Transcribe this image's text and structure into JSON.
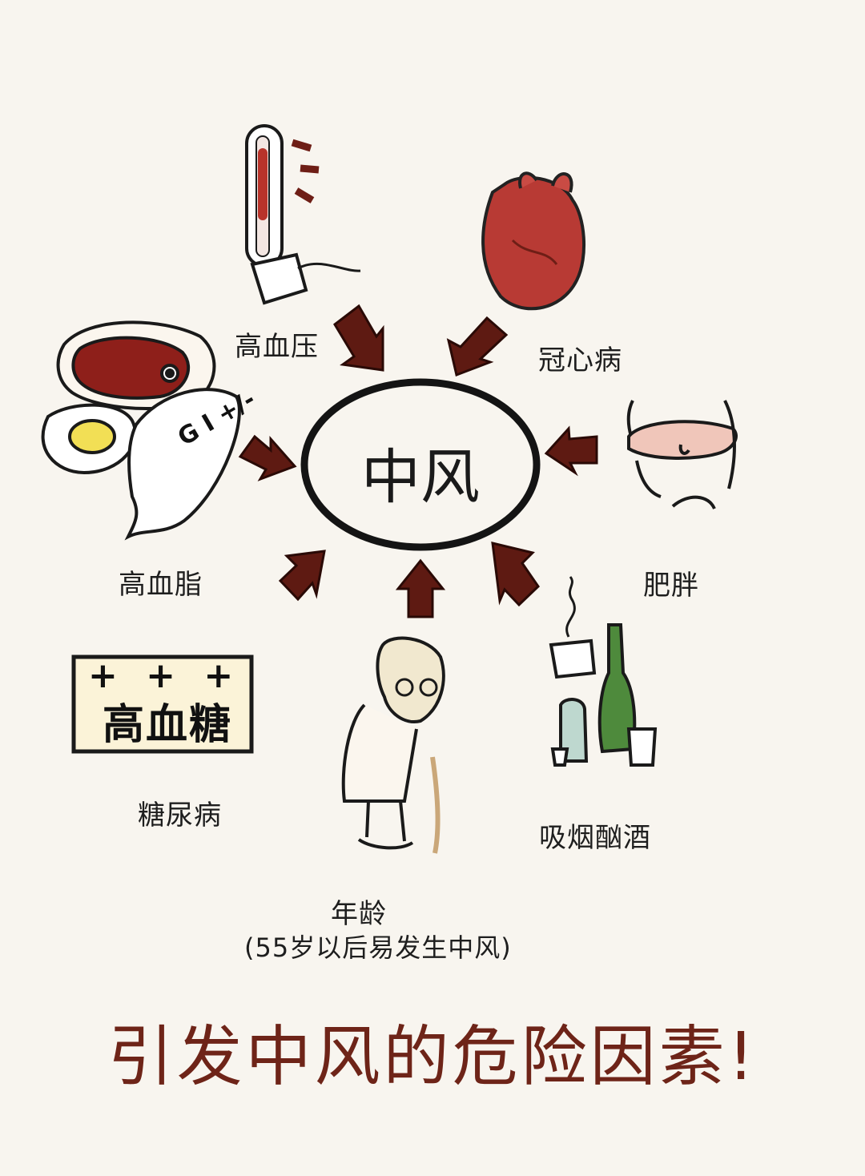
{
  "center": {
    "label": "中风"
  },
  "factors": {
    "hypertension": "高血压",
    "coronary": "冠心病",
    "hyperlipidemia": "高血脂",
    "obesity": "肥胖",
    "diabetes": "糖尿病",
    "smoking_drinking": "吸烟酗酒",
    "age": "年龄",
    "age_note": "(55岁以后易发生中风)"
  },
  "diabetes_sign": {
    "marks": "+ + +",
    "text": "高血糖"
  },
  "fish_marks": "G I +/-",
  "headline": "引发中风的危险因素!",
  "colors": {
    "arrow": "#5e1a12",
    "headline": "#6e2418",
    "heart": "#a52a2a",
    "bottle": "#4e8a3c"
  }
}
